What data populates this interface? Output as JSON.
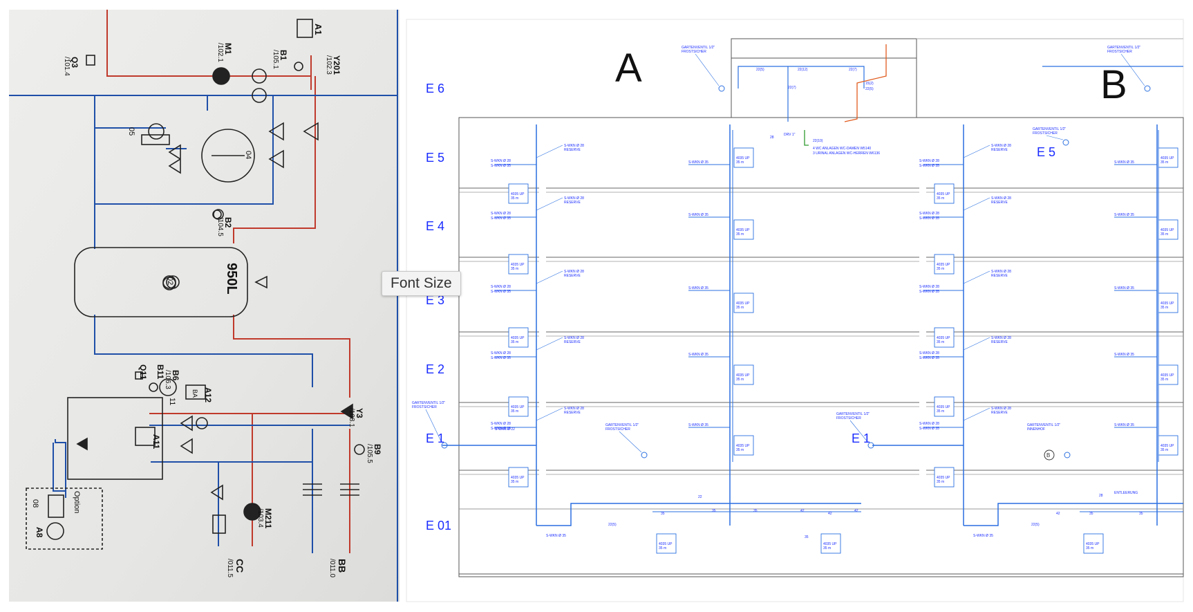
{
  "tooltip": {
    "text": "Font Size"
  },
  "photo": {
    "labels": {
      "q3": "Q3",
      "q3_ref": "/101.4",
      "m1": "M1",
      "m1_ref": "/102.1",
      "b1": "B1",
      "b1_ref": "/105.1",
      "y201": "Y201",
      "y201_ref": "/102.3",
      "a1": "A1",
      "c05": "05",
      "c04": "04",
      "b2": "B2",
      "b2_ref": "/104.5",
      "c02": "02",
      "tank": "950L",
      "q11": "Q11",
      "b11": "B11",
      "b6": "B6",
      "b6_ref": "/106.3",
      "c11": "11",
      "a12": "A12",
      "a12_box": "BA",
      "a11": "A11",
      "y3": "Y3",
      "y3_ref": "/103.1",
      "b9": "B9",
      "b9_ref": "/105.5",
      "m211": "M211",
      "m211_ref": "/103.4",
      "cc": "CC",
      "cc_ref": "/011.5",
      "bb": "BB",
      "bb_ref": "/011.0",
      "c08": "08",
      "a8": "A8",
      "option": "Option"
    }
  },
  "plan": {
    "zone_a": "A",
    "zone_b": "B",
    "floors": [
      "E 6",
      "E 5",
      "E 4",
      "E 3",
      "E 2",
      "E 1",
      "E 01"
    ],
    "annotations": {
      "garden_valve": "GARTENVENTIL 1/2\"",
      "frost": "FROSTSICHER",
      "innenhof": "INNENHOF",
      "riser_28": "S-WKN Ø 28",
      "riser_35": "S-WKN Ø 35",
      "riser_22": "S-WKN Ø 22",
      "reserve": "RESERVE",
      "up_unit": "4035 UP",
      "up_len": "35 m",
      "dn_22": "22",
      "dn_35": "35",
      "dn_42": "42",
      "dn_22_5": "22(5)",
      "dn_22_7": "22(7)",
      "dn_22_12": "22(12)",
      "dn_15_2": "15(2)",
      "dn_22_10": "22(10)",
      "dn_28": "28",
      "drv": "DRV 1\"",
      "wc_note1": "4 WC ANLAGEN WC-DAMEN W5140",
      "wc_note2": "3 URINAL ANLAGEN WC-HERREN W6136",
      "entleerung": "ENTLEERUNG",
      "circle_b": "B"
    }
  },
  "colors": {
    "plan_line": "#2a6fe0",
    "plan_label": "#1a2cff",
    "cold": "#1e4fa8",
    "hot": "#c0392b",
    "green": "#2e9a2e",
    "orange": "#e05a1c",
    "photo_paper": "#e9e9e7"
  }
}
